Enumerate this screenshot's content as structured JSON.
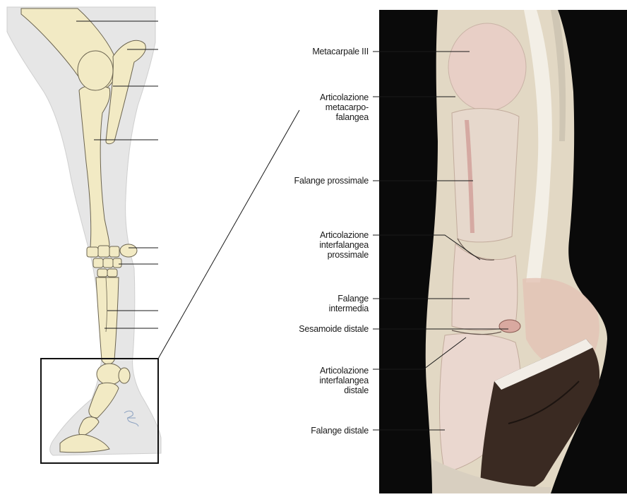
{
  "labels": {
    "metacarpale": "Metacarpale III",
    "art_metacarpo_falangea": "Articolazione\nmetacarpo-\nfalangea",
    "falange_prossimale": "Falange prossimale",
    "art_interfalangea_prossimale": "Articolazione\ninterfalangea\nprossimale",
    "falange_intermedia": "Falange\nintermedia",
    "sesamoide_distale": "Sesamoide distale",
    "art_interfalangea_distale": "Articolazione\ninterfalangea\ndistale",
    "falange_distale": "Falange distale"
  },
  "colors": {
    "bone": "#f2eac4",
    "bone_outline": "#6b6450",
    "skin_silhouette": "#e8e8e8",
    "photo_background": "#0a0a0a",
    "leader_line": "#1a1a1a"
  }
}
